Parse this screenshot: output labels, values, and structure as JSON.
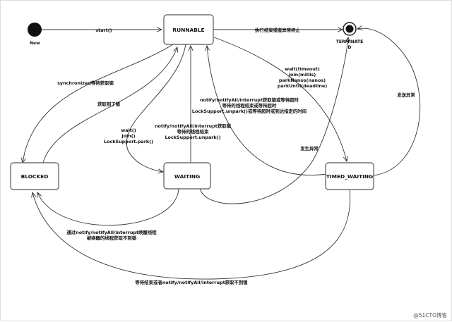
{
  "states": {
    "new": "New",
    "runnable": "RUNNABLE",
    "terminated_line1": "TERMINATE",
    "terminated_line2": "D",
    "blocked": "BLOCKED",
    "waiting": "WAITING",
    "timed_waiting": "TIMED_WAITING"
  },
  "transitions": {
    "start": "start()",
    "finish": "执行结束或者异常终止",
    "sync_lock": "synchronized等待获取锁",
    "got_lock": "获取到了锁",
    "wait_lines": [
      "wait()",
      "join()",
      "LockSupport.park()"
    ],
    "notify_wait_lines": [
      "notify/notifyAll/interrupt获取锁",
      "等待的线程结束",
      "LockSupport.unpark()"
    ],
    "timed_lines": [
      "wait(timeout)",
      "join(millis)",
      "parkNanos(nanos)",
      "parkUntil(deadline)"
    ],
    "notify_timed_lines": [
      "notify/notifyAll/interrupt获取锁或等待超时",
      "等待的线程结束或等待超时",
      "LockSupport.unpark()或等待超时或到达指定的时间"
    ],
    "exception": "发生异常",
    "exception2": "发送异常",
    "wake_lines": [
      "通过notify/notifyAll/interrupt唤醒线程",
      "被唤醒的线程获取不到锁"
    ],
    "timed_no_lock": "等待结束或者notify/notifyAll/interrupt获取不到锁"
  },
  "watermark": "@51CTO博客"
}
